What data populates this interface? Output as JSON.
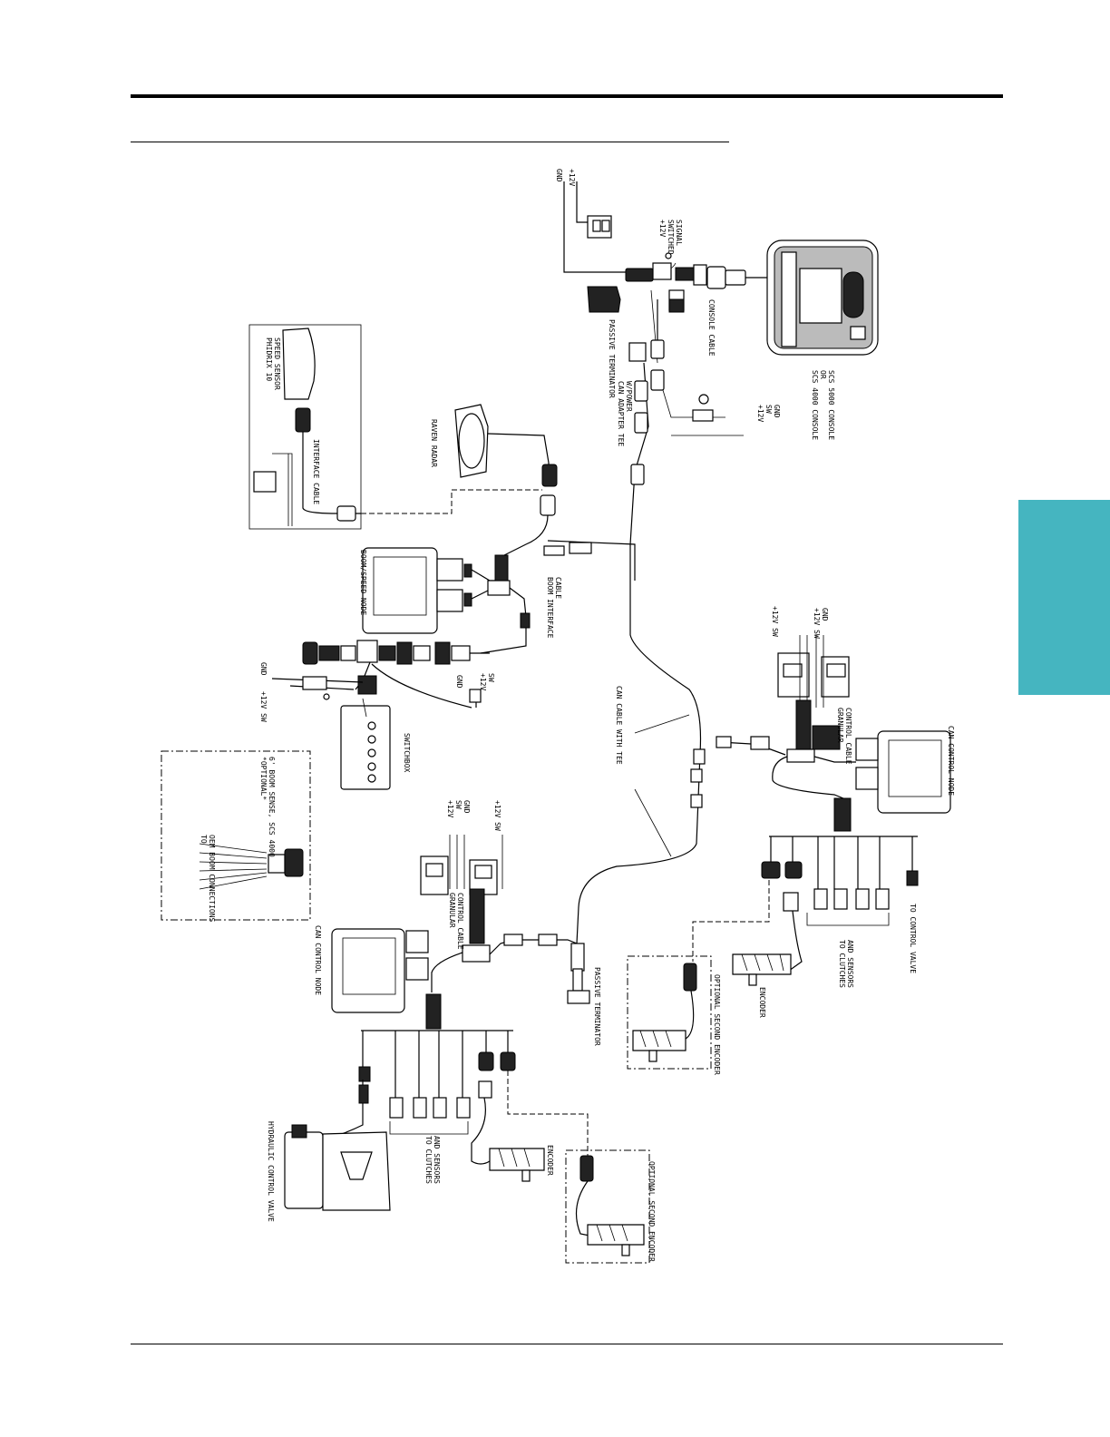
{
  "tab_color": "#45b5c0",
  "labels": {
    "gnd_top": "GND",
    "plus12v_top": "+12V",
    "switched_signal": "+12V\nSWITCHED\nSIGNAL",
    "console_cable": "CONSOLE CABLE",
    "console_name": "SCS 4000 CONSOLE\nOR\nSCS 5000 CONSOLE",
    "passive_terminator_top": "PASSIVE TERMINATOR",
    "can_adapter_tee": "CAN ADAPTER TEE\nW/POWER",
    "sw_gnd_top": "+12V\nSW\nGND",
    "phidrix_sensor": "PHIDRIX 10\nSPEED SENSOR",
    "interface_cable": "INTERFACE CABLE",
    "raven_radar": "RAVEN RADAR",
    "boom_speed_node": "BOOM/SPEED NODE",
    "boom_interface_cable": "BOOM INTERFACE\nCABLE",
    "gnd_left": "GND",
    "plus12v_sw_left": "+12V SW",
    "plus12v_sw_mid": "+12V\nSW",
    "gnd_mid": "GND",
    "switchbox": "SWITCHBOX",
    "can_cable_with_tee": "CAN CABLE WITH TEE",
    "right_plus12v_sw_a": "+12V SW",
    "right_plus12v_sw_b": "+12V SW\nGND",
    "granular_control_cable_right": "GRANULAR\nCONTROL CABLE",
    "can_control_node_right": "CAN CONTROL NODE",
    "optional_boom_sense": "*OPTIONAL*\n6' BOOM SENSE, SCS 4000",
    "oem_boom": "TO\nOEM BOOM CONNECTIONS",
    "left_plus12v_sw": "+12V\nSW\nGND",
    "left_plus12v_sw_b": "+12V SW",
    "granular_control_cable_left": "GRANULAR\nCONTROL CABLE",
    "can_control_node_left": "CAN CONTROL NODE",
    "passive_terminator_bottom": "PASSIVE TERMINATOR",
    "to_control_valve": "TO CONTROL VALVE",
    "to_clutches_right": "TO CLUTCHES\nAND SENSORS",
    "encoder_right": "ENCODER",
    "optional_second_encoder_right": "OPTIONAL SECOND ENCODER",
    "hydraulic_control_valve": "HYDRAULIC CONTROL VALVE",
    "to_clutches_left": "TO CLUTCHES\nAND SENSORS",
    "encoder_left": "ENCODER",
    "optional_second_encoder_left": "OPTIONAL SECOND ENCODER"
  }
}
